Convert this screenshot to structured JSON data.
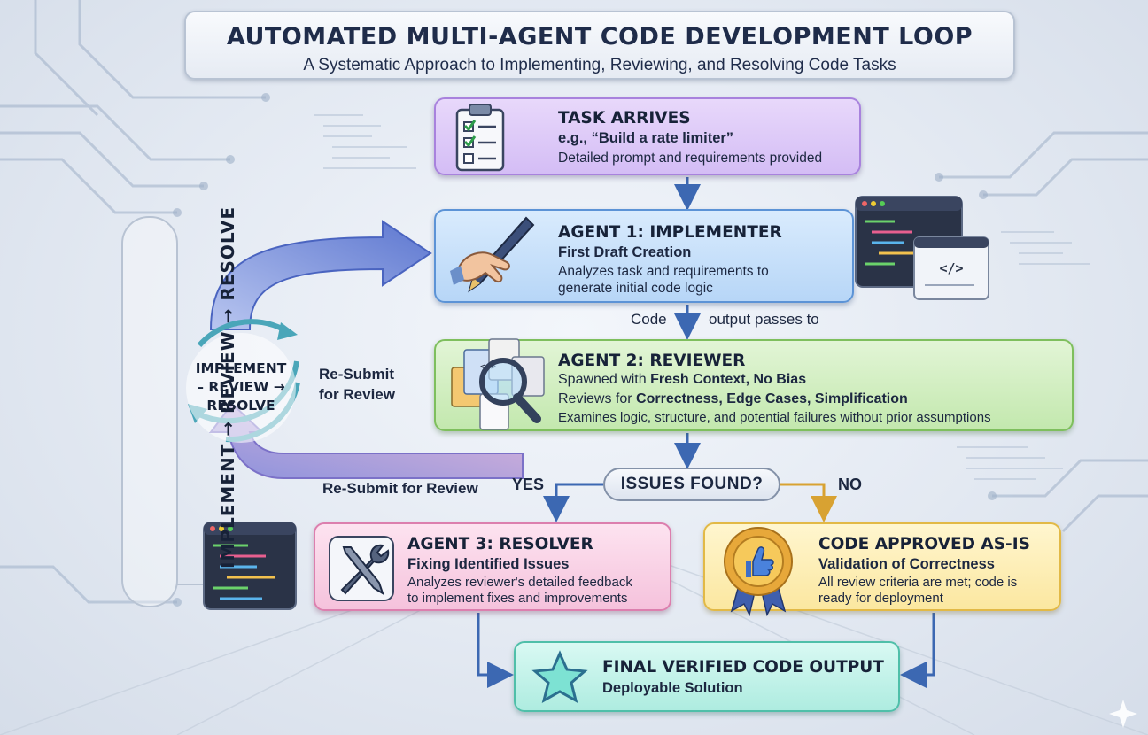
{
  "title": "AUTOMATED MULTI-AGENT CODE DEVELOPMENT LOOP",
  "subtitle": "A Systematic Approach to Implementing, Reviewing, and Resolving Code Tasks",
  "task": {
    "heading": "TASK ARRIVES",
    "example": "e.g., “Build a rate limiter”",
    "description": "Detailed prompt and requirements provided",
    "icon": "clipboard-checklist-icon"
  },
  "implementer": {
    "heading": "AGENT 1: IMPLEMENTER",
    "subheading": "First Draft Creation",
    "line1": "Analyzes task and requirements to",
    "line2": "generate initial code logic",
    "icon": "hand-pen-icon"
  },
  "handoff": {
    "left": "Code",
    "right": "output passes to"
  },
  "reviewer": {
    "heading": "AGENT 2: REVIEWER",
    "line1_plain": "Spawned with ",
    "line1_bold": "Fresh Context, No Bias",
    "line2_plain": "Reviews for ",
    "line2_bold": "Correctness, Edge Cases, Simplification",
    "line3": "Examines logic, structure, and potential failures without prior assumptions",
    "icon": "magnifier-documents-icon"
  },
  "decision": {
    "label": "ISSUES FOUND?",
    "yes": "YES",
    "no": "NO"
  },
  "resolver": {
    "heading": "AGENT 3: RESOLVER",
    "subheading": "Fixing Identified Issues",
    "line1": "Analyzes reviewer's detailed feedback",
    "line2": "to implement fixes and improvements",
    "icon": "wrench-screwdriver-icon"
  },
  "approved": {
    "heading": "CODE APPROVED AS-IS",
    "subheading": "Validation of Correctness",
    "line1": "All review criteria are met; code is",
    "line2": "ready for deployment",
    "icon": "thumbs-up-medal-icon"
  },
  "final": {
    "heading": "FINAL VERIFIED CODE OUTPUT",
    "subheading": "Deployable Solution",
    "icon": "star-icon"
  },
  "loop": {
    "line1": "IMPLEMENT",
    "line2": "– REVIEW →",
    "line3": "RESOLVE",
    "resubmit_line1": "Re-Submit",
    "resubmit_line2": "for Review",
    "resubmit_arrow": "Re-Submit for Review",
    "vertical": "IMPLEMENT → REVIEW → RESOLVE"
  },
  "colors": {
    "task": "#d4bdf5",
    "implementer": "#b7d6f7",
    "reviewer": "#c3e8ae",
    "resolver": "#f5c2dc",
    "approved": "#fbe7a0",
    "final": "#aeece0"
  }
}
